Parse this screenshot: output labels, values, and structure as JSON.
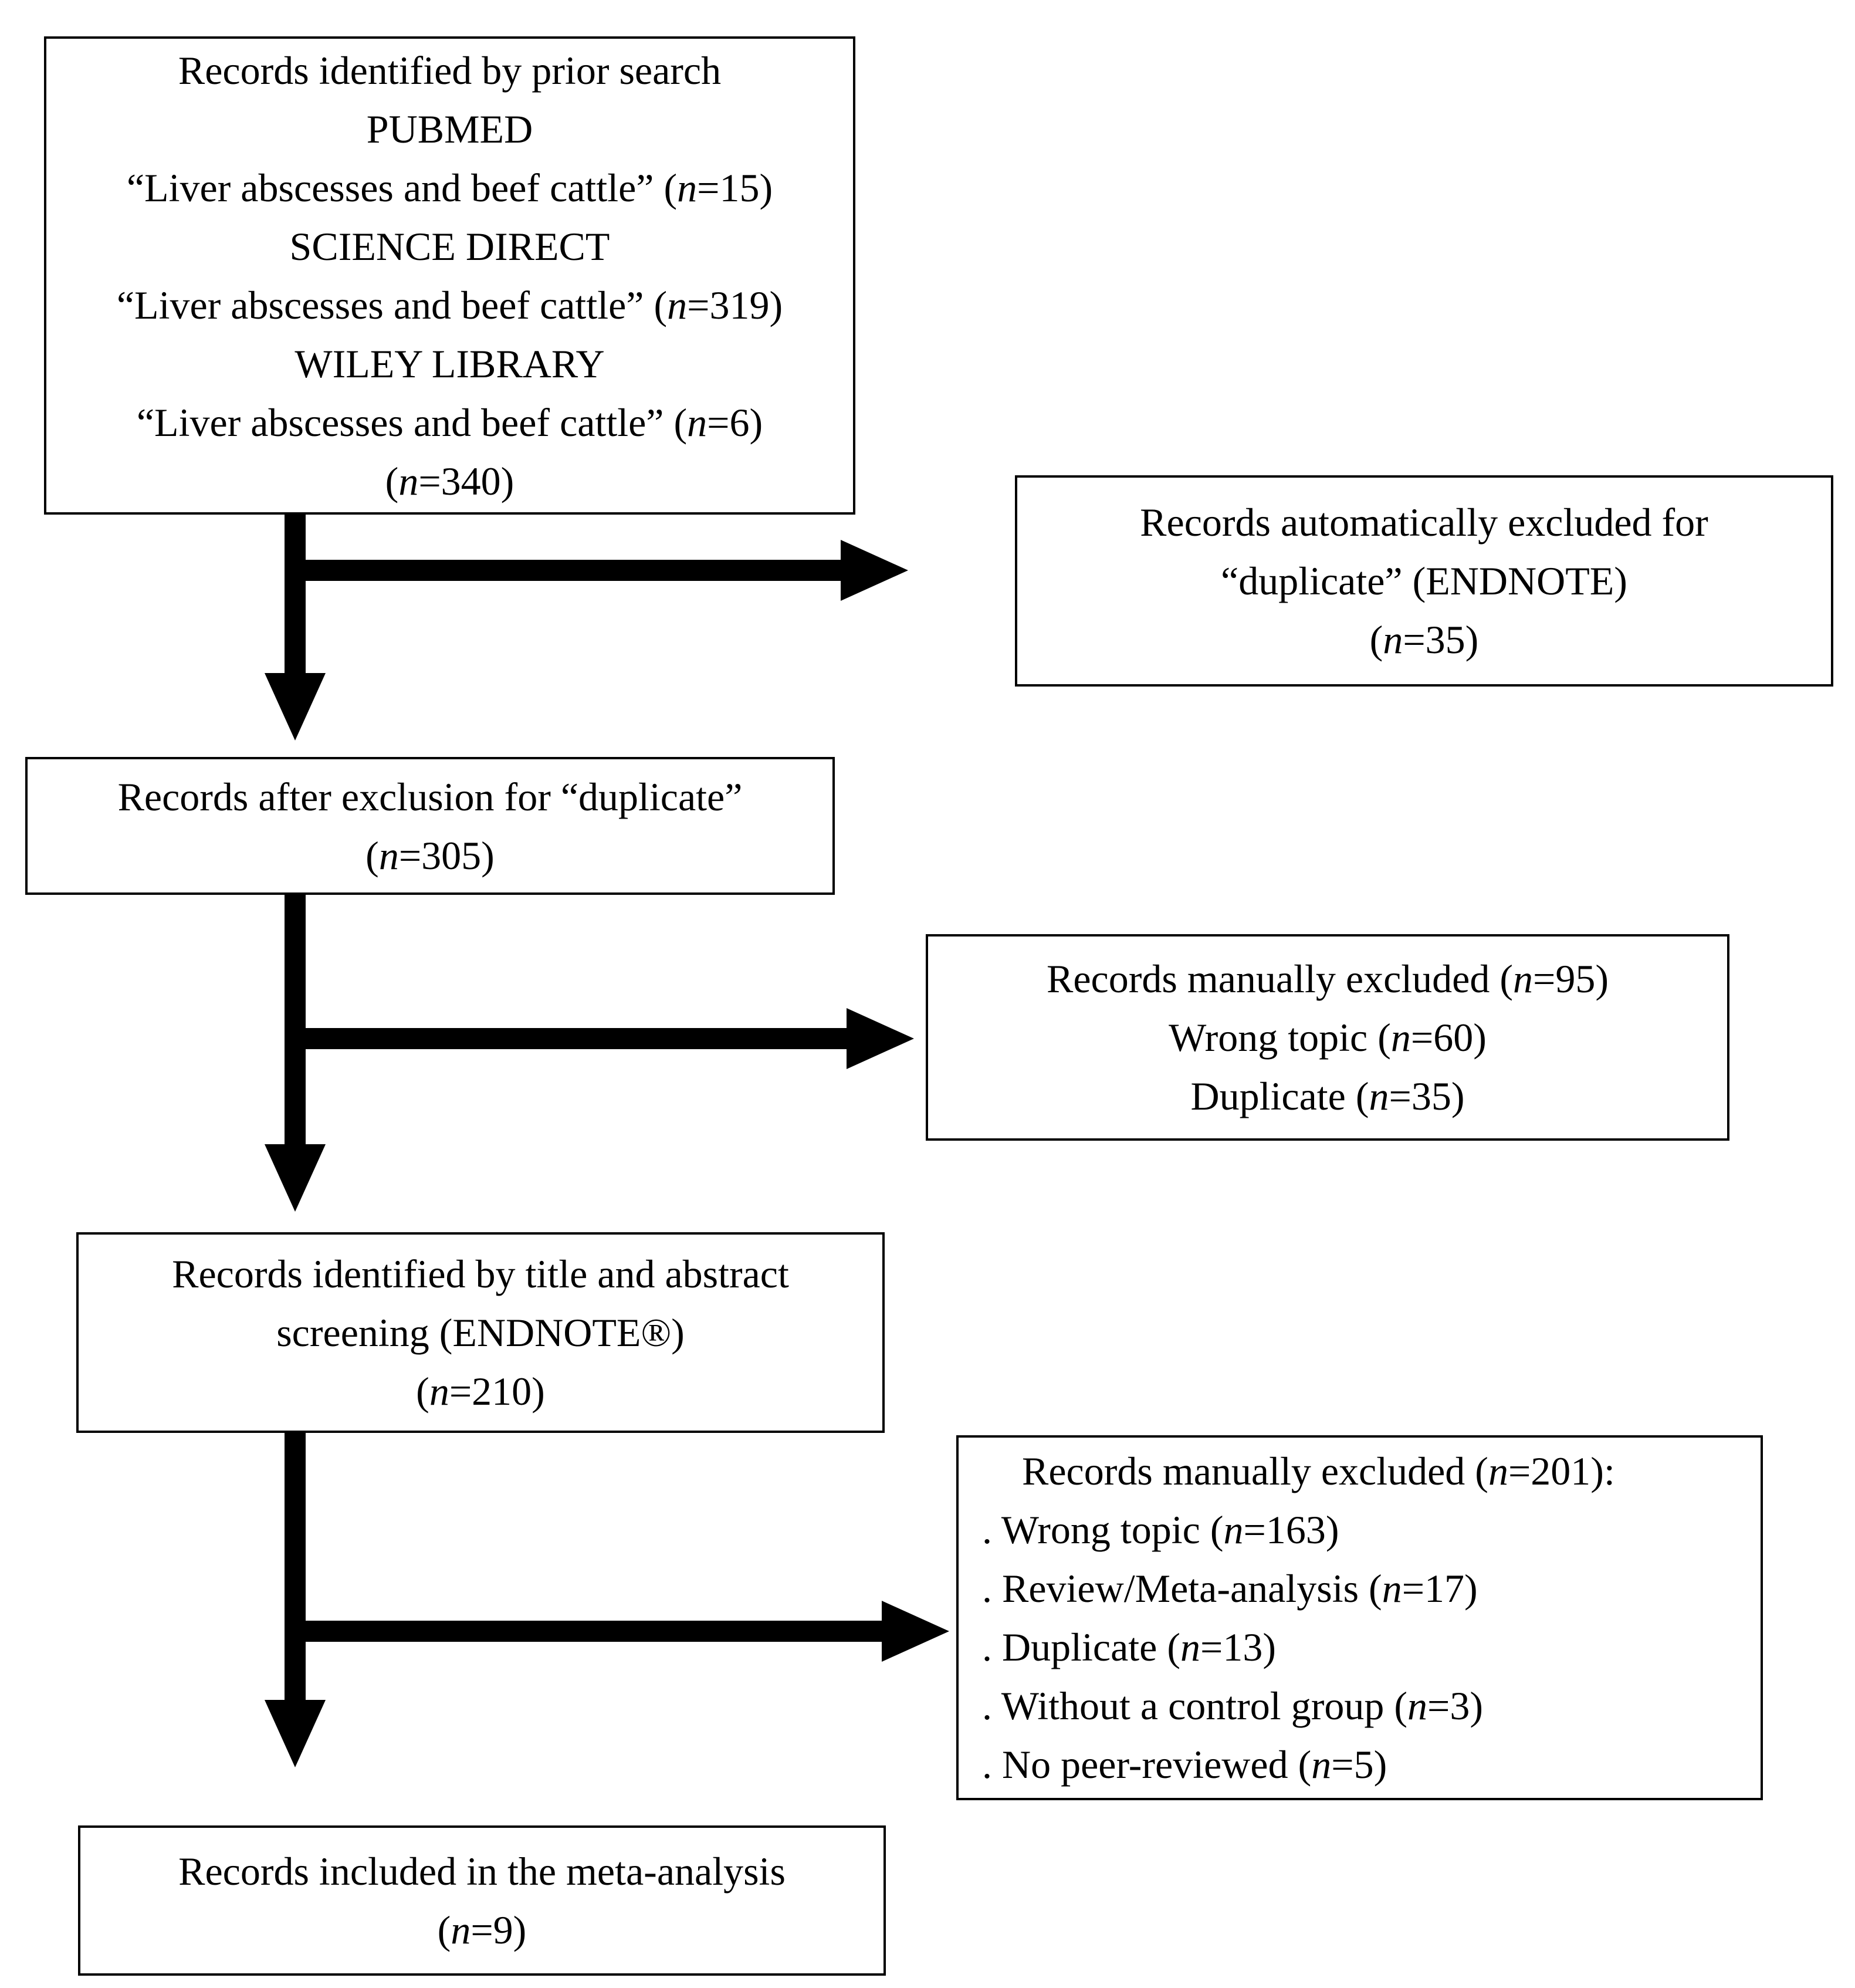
{
  "diagram": {
    "type": "prisma-flow",
    "colors": {
      "box_border": "#000000",
      "arrow": "#000000",
      "text": "#000000",
      "background": "#ffffff"
    },
    "boxes": {
      "identification": {
        "lines": [
          "Records identified by prior search",
          "PUBMED",
          "“Liver abscesses and beef cattle” (n=15)",
          "SCIENCE DIRECT",
          "“Liver abscesses and beef cattle” (n=319)",
          "WILEY LIBRARY",
          "“Liver abscesses and beef cattle” (n=6)",
          "(n=340)"
        ]
      },
      "auto_excluded": {
        "lines": [
          "Records automatically excluded for",
          "“duplicate” (ENDNOTE)",
          "(n=35)"
        ]
      },
      "after_duplicates": {
        "lines": [
          "Records after exclusion for “duplicate”",
          "(n=305)"
        ]
      },
      "manual_excluded_1": {
        "lines": [
          "Records manually excluded (n=95)",
          "Wrong topic (n=60)",
          "Duplicate (n=35)"
        ]
      },
      "screening": {
        "lines": [
          "Records identified by title and abstract",
          "screening (ENDNOTE®)",
          "(n=210)"
        ]
      },
      "manual_excluded_2": {
        "lines": [
          "    Records manually excluded (n=201):",
          ". Wrong topic (n=163)",
          ". Review/Meta-analysis (n=17)",
          ". Duplicate (n=13)",
          ". Without a control group (n=3)",
          ". No peer-reviewed (n=5)"
        ]
      },
      "included": {
        "lines": [
          "Records included in the meta-analysis",
          "(n=9)"
        ]
      }
    }
  }
}
